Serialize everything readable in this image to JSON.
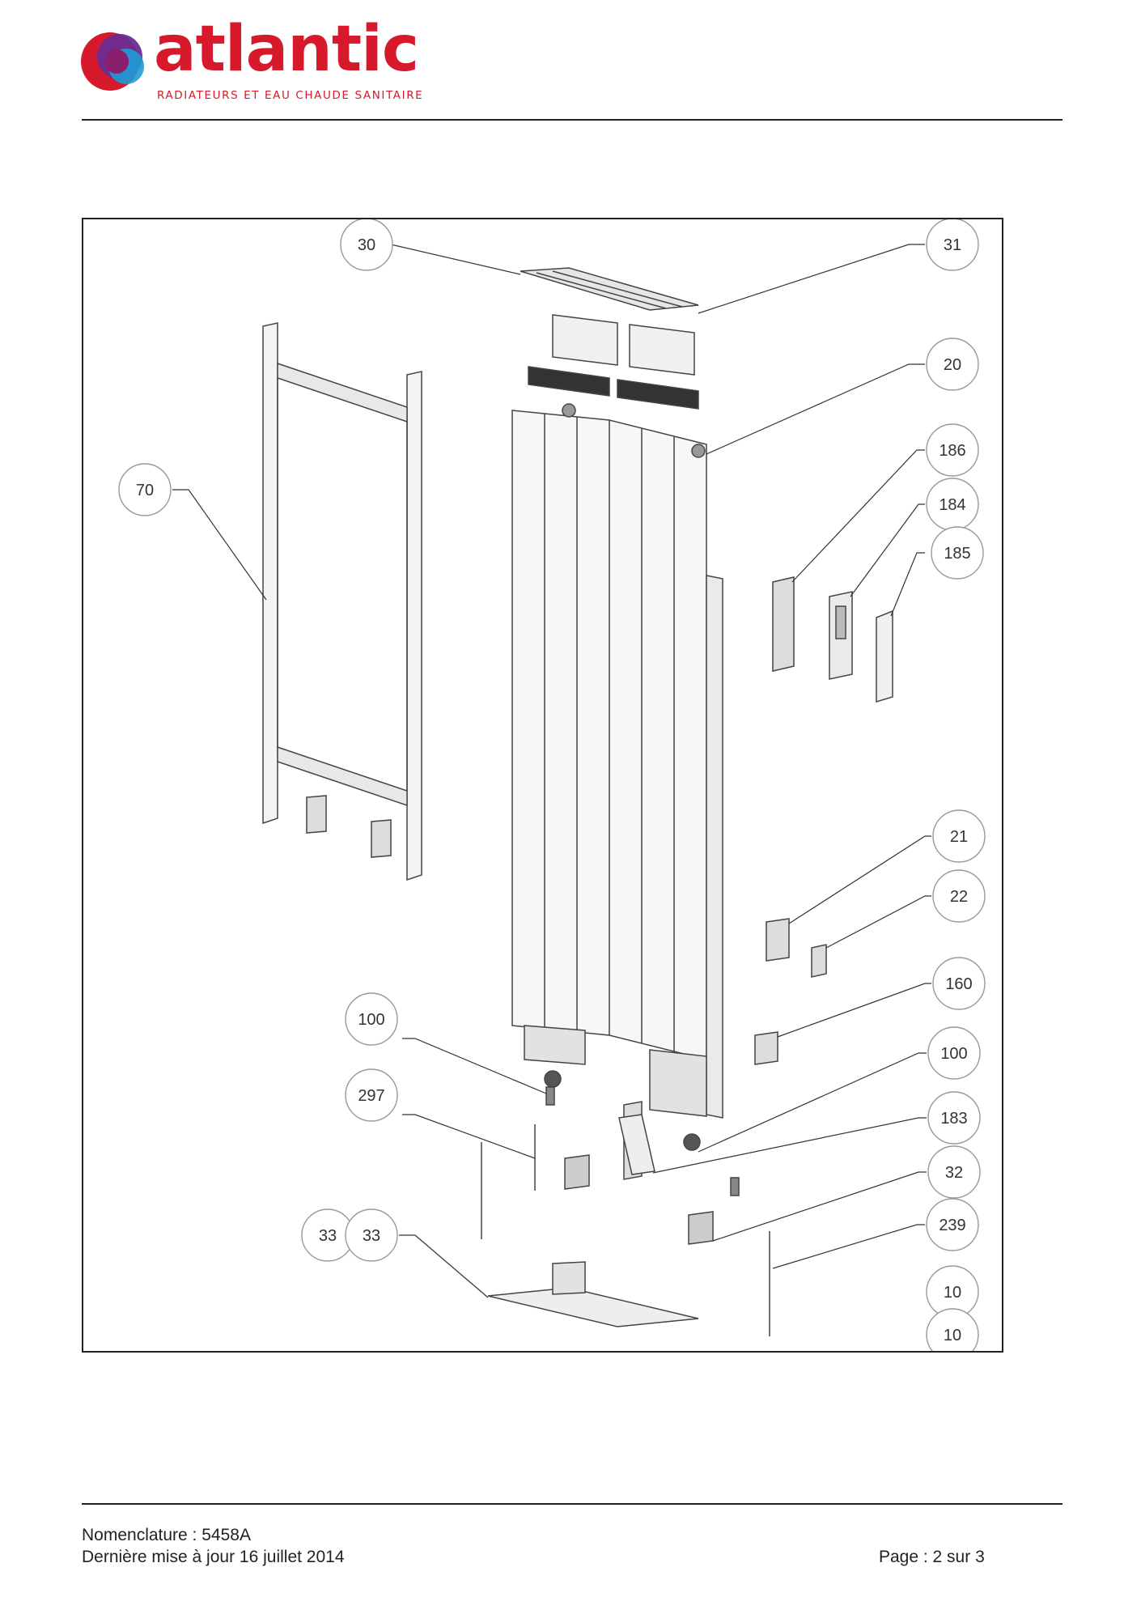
{
  "brand": {
    "name": "atlantic",
    "tagline": "RADIATEURS ET EAU CHAUDE SANITAIRE",
    "colors": {
      "red": "#d6192b",
      "purple": "#6b2c91",
      "blue": "#1f9bd6"
    }
  },
  "callouts": [
    {
      "id": "30",
      "label": "30"
    },
    {
      "id": "31",
      "label": "31"
    },
    {
      "id": "20",
      "label": "20"
    },
    {
      "id": "186",
      "label": "186"
    },
    {
      "id": "184",
      "label": "184"
    },
    {
      "id": "185",
      "label": "185"
    },
    {
      "id": "70",
      "label": "70"
    },
    {
      "id": "21",
      "label": "21"
    },
    {
      "id": "22",
      "label": "22"
    },
    {
      "id": "160",
      "label": "160"
    },
    {
      "id": "100a",
      "label": "100"
    },
    {
      "id": "100b",
      "label": "100"
    },
    {
      "id": "297",
      "label": "297"
    },
    {
      "id": "183",
      "label": "183"
    },
    {
      "id": "32",
      "label": "32"
    },
    {
      "id": "239",
      "label": "239"
    },
    {
      "id": "33a",
      "label": "33"
    },
    {
      "id": "33b",
      "label": "33"
    },
    {
      "id": "10a",
      "label": "10"
    },
    {
      "id": "10b",
      "label": "10"
    }
  ],
  "footer": {
    "nomenclature": "Nomenclature : 5458A",
    "updated": "Dernière mise à jour 16 juillet 2014",
    "page": "Page : 2 sur 3"
  }
}
